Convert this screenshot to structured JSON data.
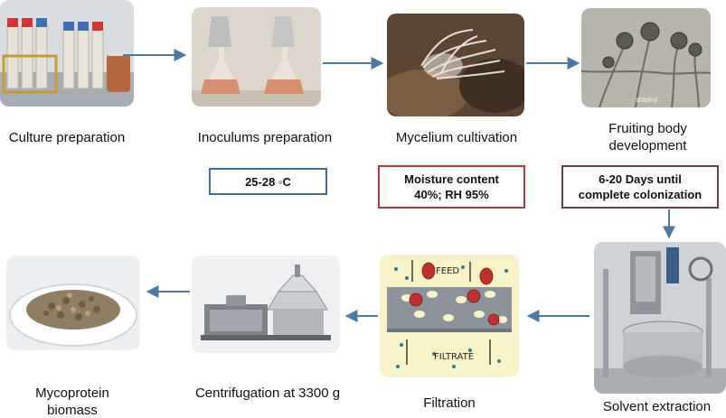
{
  "stages": [
    {
      "id": "culture",
      "label": "Culture preparation",
      "photo": "culture-tubes-rack"
    },
    {
      "id": "inoculums",
      "label": "Inoculums preparation",
      "photo": "flasks-foil-capped"
    },
    {
      "id": "mycelium",
      "label": "Mycelium cultivation",
      "photo": "white-mycelium-growth"
    },
    {
      "id": "fruiting",
      "label": "Fruiting body\ndevelopment",
      "photo": "fungal-sporangia-illustration",
      "watermark": "alamy"
    },
    {
      "id": "solvent",
      "label": "Solvent extraction",
      "photo": "steel-extraction-vessel"
    },
    {
      "id": "filtration",
      "label": "Filtration",
      "photo": "filtration-membrane-schematic",
      "feed_text": "FEED",
      "filtrate_text": "FILTRATE"
    },
    {
      "id": "centrifugation",
      "label": "Centrifugation  at 3300 g",
      "photo": "disc-stack-centrifuge"
    },
    {
      "id": "mycoprotein",
      "label": "Mycoprotein\nbiomass",
      "photo": "mycoprotein-plate"
    }
  ],
  "conditions": [
    {
      "id": "temperature",
      "text": "25-28 ◦C",
      "border_color": "#3a6f9c"
    },
    {
      "id": "moisture",
      "text": "Moisture content\n40%; RH 95%",
      "border_color": "#b9373c"
    },
    {
      "id": "days",
      "text": "6-20 Days until\ncomplete  colonization",
      "border_color": "#6e3a4e"
    }
  ],
  "colors": {
    "arrow": "#4a7ba7"
  }
}
